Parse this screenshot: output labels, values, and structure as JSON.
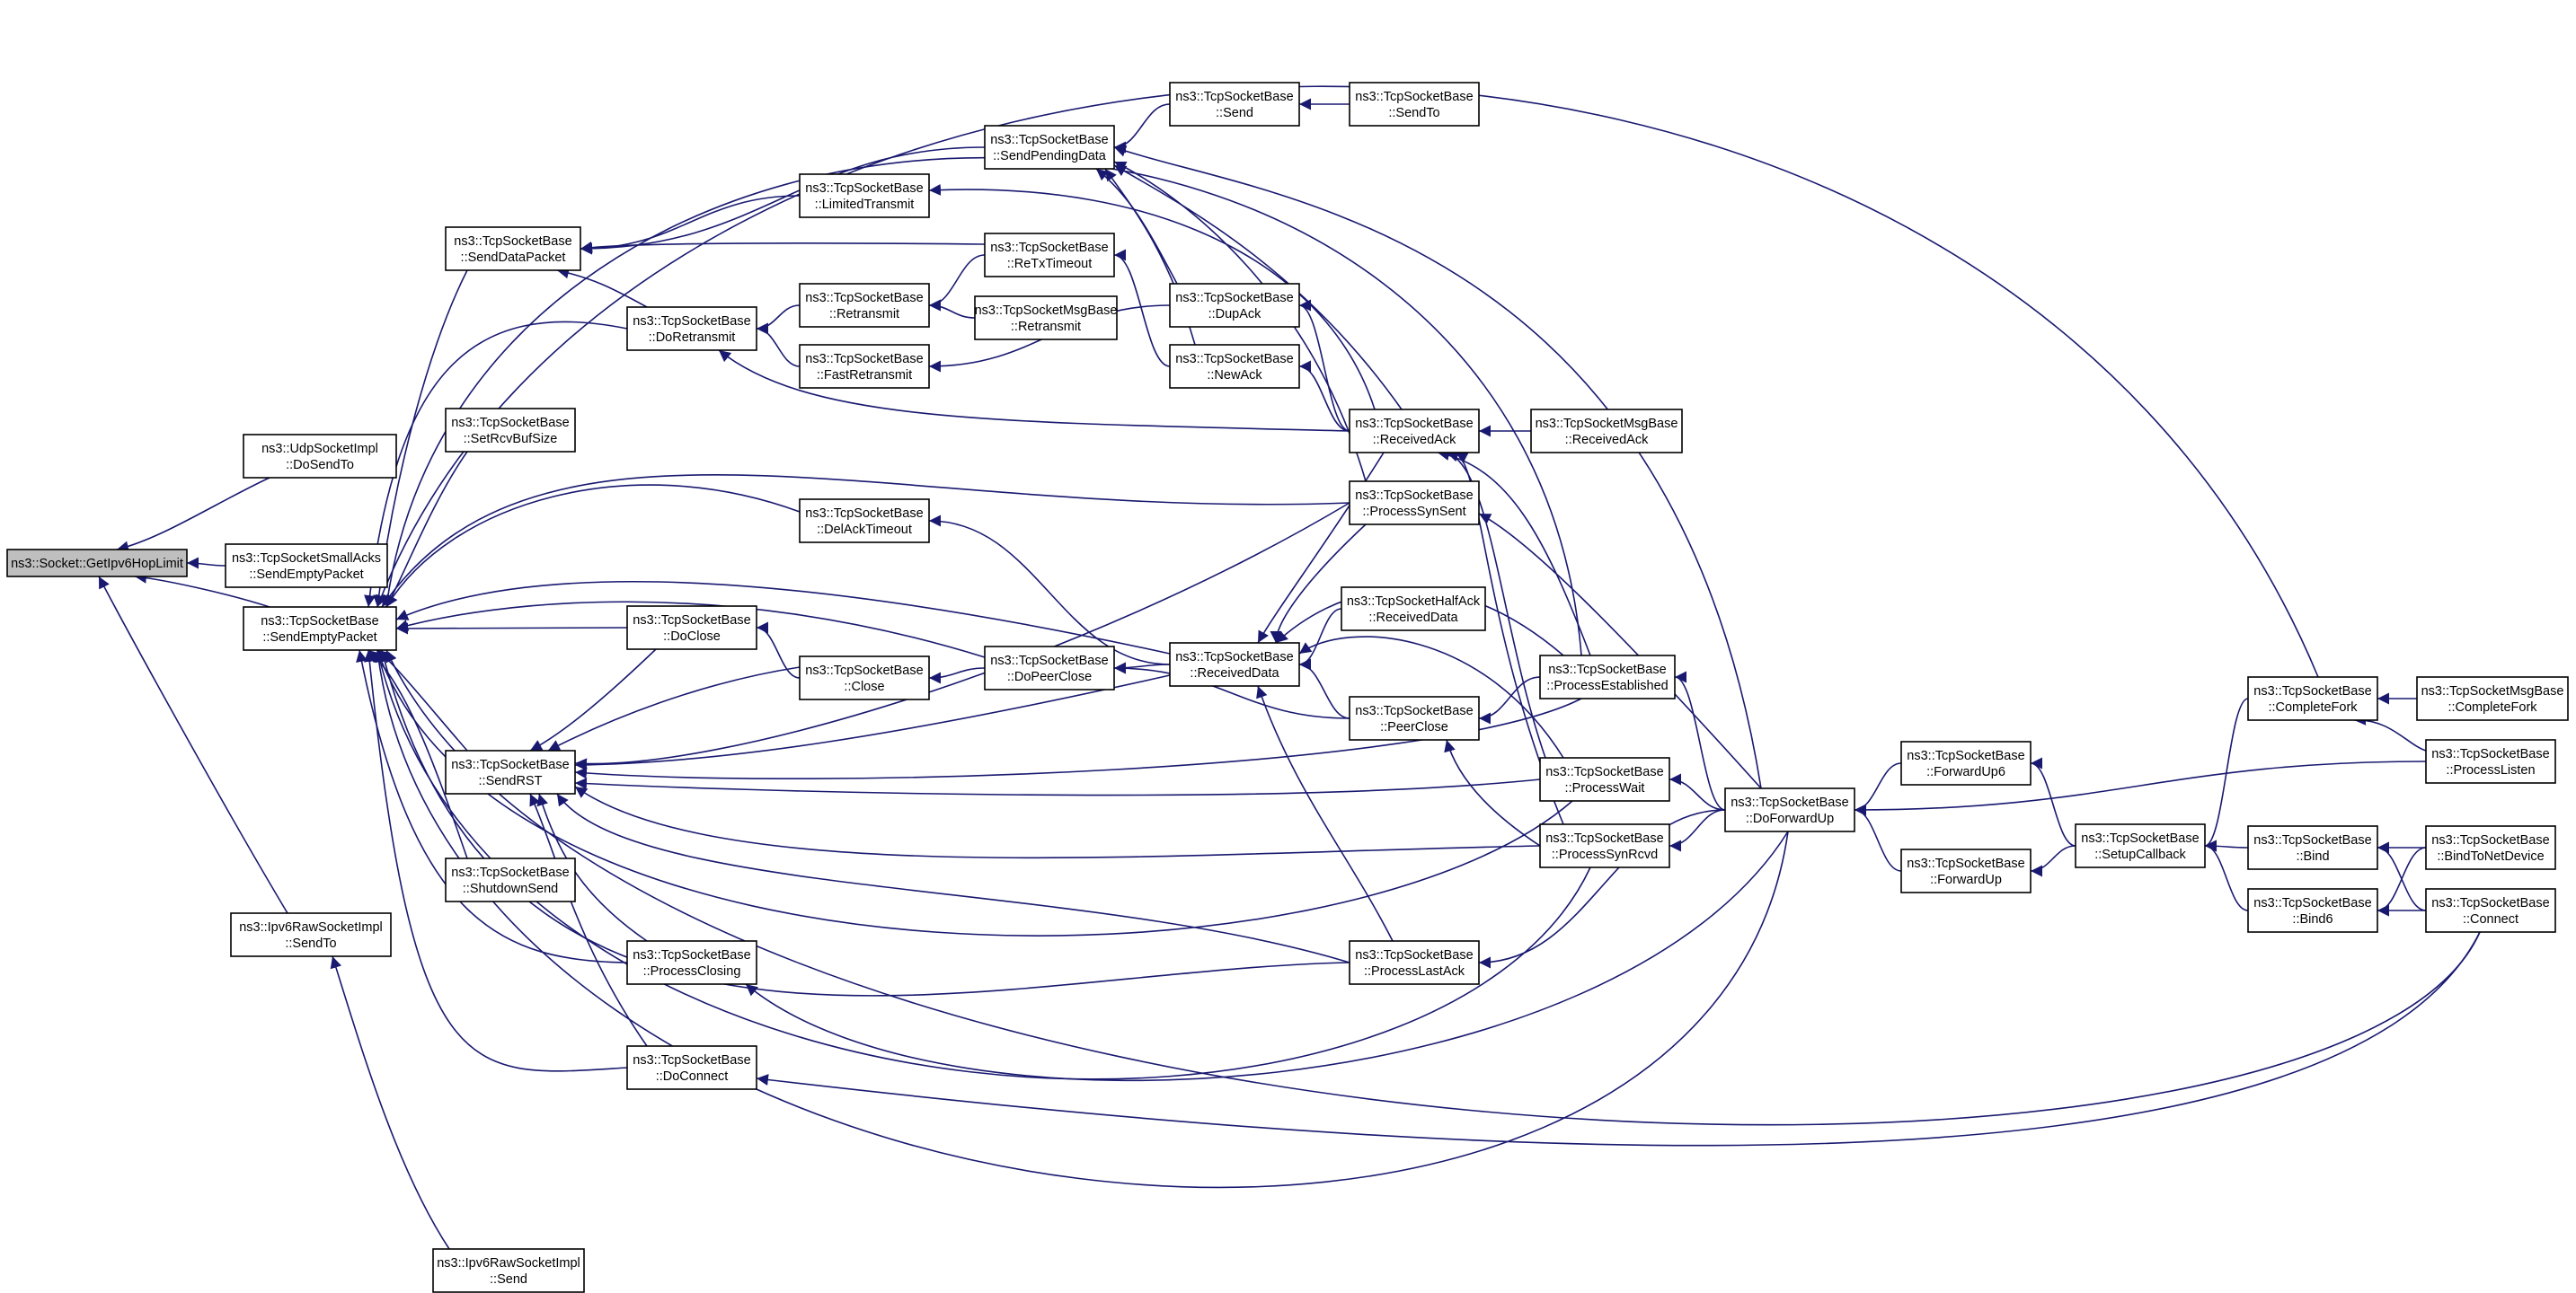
{
  "graph": {
    "title": "",
    "edge_color": "#191970",
    "root_fill": "#bfbfbf",
    "nodes": [
      {
        "id": "root",
        "lines": [
          "ns3::Socket::GetIpv6HopLimit"
        ],
        "root": true
      },
      {
        "id": "udp_dosendto",
        "lines": [
          "ns3::UdpSocketImpl",
          "::DoSendTo"
        ]
      },
      {
        "id": "small_sendempty",
        "lines": [
          "ns3::TcpSocketSmallAcks",
          "::SendEmptyPacket"
        ]
      },
      {
        "id": "sendempty",
        "lines": [
          "ns3::TcpSocketBase",
          "::SendEmptyPacket"
        ]
      },
      {
        "id": "ipv6raw_sendto",
        "lines": [
          "ns3::Ipv6RawSocketImpl",
          "::SendTo"
        ]
      },
      {
        "id": "ipv6raw_send",
        "lines": [
          "ns3::Ipv6RawSocketImpl",
          "::Send"
        ]
      },
      {
        "id": "senddatapacket",
        "lines": [
          "ns3::TcpSocketBase",
          "::SendDataPacket"
        ]
      },
      {
        "id": "setrcvbuf",
        "lines": [
          "ns3::TcpSocketBase",
          "::SetRcvBufSize"
        ]
      },
      {
        "id": "sendrst",
        "lines": [
          "ns3::TcpSocketBase",
          "::SendRST"
        ]
      },
      {
        "id": "shutdownsend",
        "lines": [
          "ns3::TcpSocketBase",
          "::ShutdownSend"
        ]
      },
      {
        "id": "doretransmit",
        "lines": [
          "ns3::TcpSocketBase",
          "::DoRetransmit"
        ]
      },
      {
        "id": "doclose",
        "lines": [
          "ns3::TcpSocketBase",
          "::DoClose"
        ]
      },
      {
        "id": "processclosing",
        "lines": [
          "ns3::TcpSocketBase",
          "::ProcessClosing"
        ]
      },
      {
        "id": "doconnect",
        "lines": [
          "ns3::TcpSocketBase",
          "::DoConnect"
        ]
      },
      {
        "id": "limitedtransmit",
        "lines": [
          "ns3::TcpSocketBase",
          "::LimitedTransmit"
        ]
      },
      {
        "id": "retransmit",
        "lines": [
          "ns3::TcpSocketBase",
          "::Retransmit"
        ]
      },
      {
        "id": "fastretransmit",
        "lines": [
          "ns3::TcpSocketBase",
          "::FastRetransmit"
        ]
      },
      {
        "id": "delacktimeout",
        "lines": [
          "ns3::TcpSocketBase",
          "::DelAckTimeout"
        ]
      },
      {
        "id": "close",
        "lines": [
          "ns3::TcpSocketBase",
          "::Close"
        ]
      },
      {
        "id": "sendpendingdata",
        "lines": [
          "ns3::TcpSocketBase",
          "::SendPendingData"
        ]
      },
      {
        "id": "retxtimeout",
        "lines": [
          "ns3::TcpSocketBase",
          "::ReTxTimeout"
        ]
      },
      {
        "id": "msg_retransmit",
        "lines": [
          "ns3::TcpSocketMsgBase",
          "::Retransmit"
        ]
      },
      {
        "id": "dopeerclose",
        "lines": [
          "ns3::TcpSocketBase",
          "::DoPeerClose"
        ]
      },
      {
        "id": "send",
        "lines": [
          "ns3::TcpSocketBase",
          "::Send"
        ]
      },
      {
        "id": "dupack",
        "lines": [
          "ns3::TcpSocketBase",
          "::DupAck"
        ]
      },
      {
        "id": "newack",
        "lines": [
          "ns3::TcpSocketBase",
          "::NewAck"
        ]
      },
      {
        "id": "receiveddata",
        "lines": [
          "ns3::TcpSocketBase",
          "::ReceivedData"
        ]
      },
      {
        "id": "sendto",
        "lines": [
          "ns3::TcpSocketBase",
          "::SendTo"
        ]
      },
      {
        "id": "receivedack",
        "lines": [
          "ns3::TcpSocketBase",
          "::ReceivedAck"
        ]
      },
      {
        "id": "processsynsent",
        "lines": [
          "ns3::TcpSocketBase",
          "::ProcessSynSent"
        ]
      },
      {
        "id": "halfack_receiveddata",
        "lines": [
          "ns3::TcpSocketHalfAck",
          "::ReceivedData"
        ]
      },
      {
        "id": "peerclose",
        "lines": [
          "ns3::TcpSocketBase",
          "::PeerClose"
        ]
      },
      {
        "id": "processlastack",
        "lines": [
          "ns3::TcpSocketBase",
          "::ProcessLastAck"
        ]
      },
      {
        "id": "msg_receivedack",
        "lines": [
          "ns3::TcpSocketMsgBase",
          "::ReceivedAck"
        ]
      },
      {
        "id": "processestablished",
        "lines": [
          "ns3::TcpSocketBase",
          "::ProcessEstablished"
        ]
      },
      {
        "id": "processwait",
        "lines": [
          "ns3::TcpSocketBase",
          "::ProcessWait"
        ]
      },
      {
        "id": "processsynrcvd",
        "lines": [
          "ns3::TcpSocketBase",
          "::ProcessSynRcvd"
        ]
      },
      {
        "id": "doforwardup",
        "lines": [
          "ns3::TcpSocketBase",
          "::DoForwardUp"
        ]
      },
      {
        "id": "forwardup6",
        "lines": [
          "ns3::TcpSocketBase",
          "::ForwardUp6"
        ]
      },
      {
        "id": "forwardup",
        "lines": [
          "ns3::TcpSocketBase",
          "::ForwardUp"
        ]
      },
      {
        "id": "setupcallback",
        "lines": [
          "ns3::TcpSocketBase",
          "::SetupCallback"
        ]
      },
      {
        "id": "completefork",
        "lines": [
          "ns3::TcpSocketBase",
          "::CompleteFork"
        ]
      },
      {
        "id": "bind",
        "lines": [
          "ns3::TcpSocketBase",
          "::Bind"
        ]
      },
      {
        "id": "bind6",
        "lines": [
          "ns3::TcpSocketBase",
          "::Bind6"
        ]
      },
      {
        "id": "msg_completefork",
        "lines": [
          "ns3::TcpSocketMsgBase",
          "::CompleteFork"
        ]
      },
      {
        "id": "processlisten",
        "lines": [
          "ns3::TcpSocketBase",
          "::ProcessListen"
        ]
      },
      {
        "id": "bindtonetdevice",
        "lines": [
          "ns3::TcpSocketBase",
          "::BindToNetDevice"
        ]
      },
      {
        "id": "connect",
        "lines": [
          "ns3::TcpSocketBase",
          "::Connect"
        ]
      }
    ],
    "edges": [
      [
        "udp_dosendto",
        "root"
      ],
      [
        "small_sendempty",
        "root"
      ],
      [
        "sendempty",
        "root"
      ],
      [
        "ipv6raw_sendto",
        "root"
      ],
      [
        "ipv6raw_send",
        "ipv6raw_sendto"
      ],
      [
        "senddatapacket",
        "sendempty"
      ],
      [
        "setrcvbuf",
        "sendempty"
      ],
      [
        "sendrst",
        "sendempty"
      ],
      [
        "shutdownsend",
        "sendempty"
      ],
      [
        "doretransmit",
        "sendempty"
      ],
      [
        "doclose",
        "sendempty"
      ],
      [
        "processclosing",
        "sendempty"
      ],
      [
        "doconnect",
        "sendempty"
      ],
      [
        "delacktimeout",
        "sendempty"
      ],
      [
        "dopeerclose",
        "sendempty"
      ],
      [
        "receiveddata",
        "sendempty"
      ],
      [
        "processsynsent",
        "sendempty"
      ],
      [
        "processwait",
        "sendempty"
      ],
      [
        "processsynrcvd",
        "sendempty"
      ],
      [
        "processlastack",
        "sendempty"
      ],
      [
        "processestablished",
        "sendempty"
      ],
      [
        "doforwardup",
        "sendempty"
      ],
      [
        "completefork",
        "sendempty"
      ],
      [
        "connect",
        "sendempty"
      ],
      [
        "doretransmit",
        "senddatapacket"
      ],
      [
        "limitedtransmit",
        "senddatapacket"
      ],
      [
        "sendpendingdata",
        "senddatapacket"
      ],
      [
        "retxtimeout",
        "senddatapacket"
      ],
      [
        "doclose",
        "sendrst"
      ],
      [
        "close",
        "sendrst"
      ],
      [
        "processclosing",
        "sendrst"
      ],
      [
        "doconnect",
        "sendrst"
      ],
      [
        "receiveddata",
        "sendrst"
      ],
      [
        "processsynsent",
        "sendrst"
      ],
      [
        "processwait",
        "sendrst"
      ],
      [
        "processsynrcvd",
        "sendrst"
      ],
      [
        "processlastack",
        "sendrst"
      ],
      [
        "processestablished",
        "sendrst"
      ],
      [
        "retransmit",
        "doretransmit"
      ],
      [
        "fastretransmit",
        "doretransmit"
      ],
      [
        "receivedack",
        "doretransmit"
      ],
      [
        "close",
        "doclose"
      ],
      [
        "dopeerclose",
        "close"
      ],
      [
        "doforwardup",
        "processclosing"
      ],
      [
        "connect",
        "doconnect"
      ],
      [
        "receivedack",
        "limitedtransmit"
      ],
      [
        "retxtimeout",
        "retransmit"
      ],
      [
        "msg_retransmit",
        "retransmit"
      ],
      [
        "dupack",
        "fastretransmit"
      ],
      [
        "receiveddata",
        "delacktimeout"
      ],
      [
        "receiveddata",
        "dopeerclose"
      ],
      [
        "peerclose",
        "dopeerclose"
      ],
      [
        "send",
        "sendpendingdata"
      ],
      [
        "dupack",
        "sendpendingdata"
      ],
      [
        "receivedack",
        "sendpendingdata"
      ],
      [
        "processsynsent",
        "sendpendingdata"
      ],
      [
        "doforwardup",
        "sendpendingdata"
      ],
      [
        "newack",
        "sendpendingdata"
      ],
      [
        "newack",
        "retxtimeout"
      ],
      [
        "sendto",
        "send"
      ],
      [
        "receivedack",
        "dupack"
      ],
      [
        "receivedack",
        "newack"
      ],
      [
        "processsynsent",
        "receiveddata"
      ],
      [
        "processestablished",
        "receiveddata"
      ],
      [
        "halfack_receiveddata",
        "receiveddata"
      ],
      [
        "processwait",
        "receiveddata"
      ],
      [
        "processlastack",
        "receiveddata"
      ],
      [
        "receivedack",
        "receiveddata"
      ],
      [
        "peerclose",
        "receiveddata"
      ],
      [
        "msg_receivedack",
        "receivedack"
      ],
      [
        "processestablished",
        "receivedack"
      ],
      [
        "processwait",
        "receivedack"
      ],
      [
        "processsynrcvd",
        "receivedack"
      ],
      [
        "doforwardup",
        "processsynsent"
      ],
      [
        "processestablished",
        "peerclose"
      ],
      [
        "processsynrcvd",
        "peerclose"
      ],
      [
        "doforwardup",
        "processlastack"
      ],
      [
        "doforwardup",
        "processestablished"
      ],
      [
        "doforwardup",
        "processwait"
      ],
      [
        "doforwardup",
        "processsynrcvd"
      ],
      [
        "forwardup6",
        "doforwardup"
      ],
      [
        "forwardup",
        "doforwardup"
      ],
      [
        "setupcallback",
        "forwardup6"
      ],
      [
        "setupcallback",
        "forwardup"
      ],
      [
        "completefork",
        "setupcallback"
      ],
      [
        "bind",
        "setupcallback"
      ],
      [
        "bind6",
        "setupcallback"
      ],
      [
        "msg_completefork",
        "completefork"
      ],
      [
        "processlisten",
        "completefork"
      ],
      [
        "bindtonetdevice",
        "bind"
      ],
      [
        "connect",
        "bind"
      ],
      [
        "bindtonetdevice",
        "bind6"
      ],
      [
        "connect",
        "bind6"
      ],
      [
        "processlisten",
        "doforwardup"
      ]
    ]
  }
}
